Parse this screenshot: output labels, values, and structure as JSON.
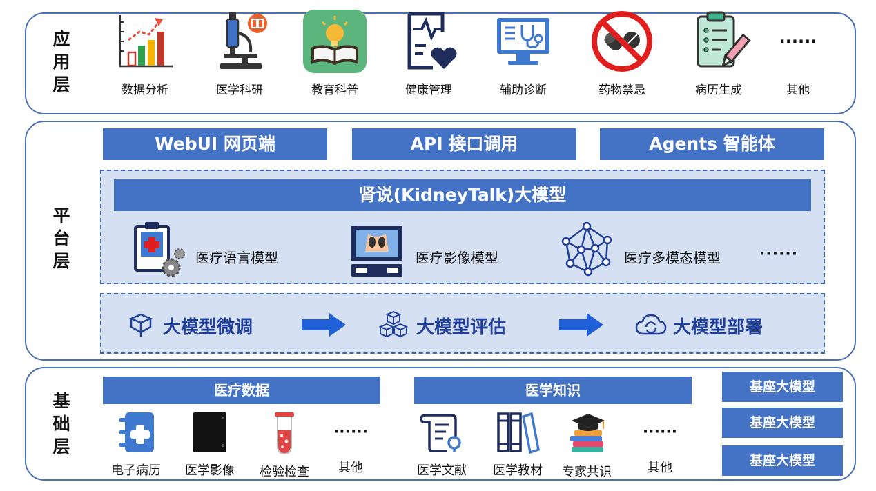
{
  "layers": {
    "application": "应\n用\n层",
    "platform": "平\n台\n层",
    "foundation": "基\n础\n层"
  },
  "application": {
    "items": [
      {
        "label": "数据分析",
        "icon": "bar-chart-icon"
      },
      {
        "label": "医学科研",
        "icon": "microscope-icon"
      },
      {
        "label": "教育科普",
        "icon": "book-lightbulb-icon"
      },
      {
        "label": "健康管理",
        "icon": "health-clipboard-icon"
      },
      {
        "label": "辅助诊断",
        "icon": "monitor-stethoscope-icon"
      },
      {
        "label": "药物禁忌",
        "icon": "no-drugs-icon"
      },
      {
        "label": "病历生成",
        "icon": "clipboard-pen-icon"
      },
      {
        "label": "其他",
        "icon": "ellipsis-icon"
      }
    ],
    "ellipsis": "······"
  },
  "platform": {
    "top_buttons": [
      "WebUI 网页端",
      "API 接口调用",
      "Agents 智能体"
    ],
    "model_title": "肾说(KidneyTalk)大模型",
    "models": [
      {
        "label": "医疗语言模型",
        "icon": "medical-clipboard-icon"
      },
      {
        "label": "医疗影像模型",
        "icon": "imaging-computer-icon"
      },
      {
        "label": "医疗多模态模型",
        "icon": "network-nodes-icon"
      }
    ],
    "models_ellipsis": "······",
    "pipeline": [
      {
        "label": "大模型微调",
        "icon": "cube-tune-icon"
      },
      {
        "label": "大模型评估",
        "icon": "cubes-stack-icon"
      },
      {
        "label": "大模型部署",
        "icon": "cloud-sync-icon"
      }
    ]
  },
  "foundation": {
    "medical_data": {
      "title": "医疗数据",
      "items": [
        {
          "label": "电子病历",
          "icon": "medical-record-icon"
        },
        {
          "label": "医学影像",
          "icon": "imaging-film-icon"
        },
        {
          "label": "检验检查",
          "icon": "test-tube-icon"
        },
        {
          "label": "其他",
          "icon": "ellipsis-icon"
        }
      ]
    },
    "medical_knowledge": {
      "title": "医学知识",
      "items": [
        {
          "label": "医学文献",
          "icon": "scroll-search-icon"
        },
        {
          "label": "医学教材",
          "icon": "books-icon"
        },
        {
          "label": "专家共识",
          "icon": "grad-cap-books-icon"
        },
        {
          "label": "其他",
          "icon": "ellipsis-icon"
        }
      ]
    },
    "ellipsis": "······",
    "foundation_models": [
      "基座大模型",
      "基座大模型",
      "基座大模型"
    ]
  },
  "colors": {
    "primary": "#4472c4",
    "border": "#4a6fb5",
    "panel_fill": "#d6e0f3",
    "pipeline_text": "#1f3f9a",
    "arrow": "#1f5fd8"
  }
}
